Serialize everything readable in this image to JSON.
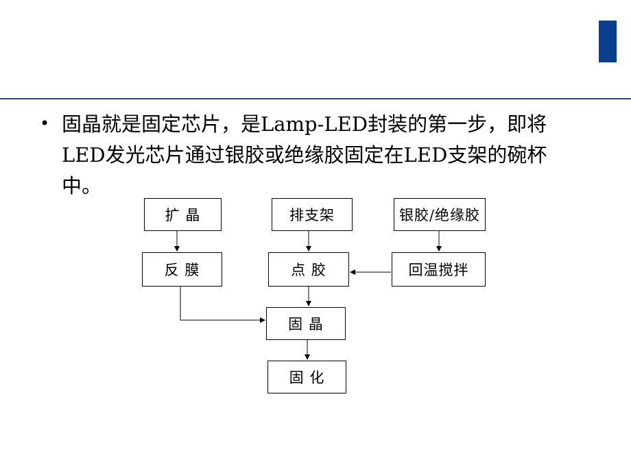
{
  "colors": {
    "accent": "#0a3f8f",
    "rule": "#1a4a9a"
  },
  "bullet_symbol": "•",
  "paragraph": [
    "固晶就是固定芯片，是Lamp-LED封装的第一步，即将",
    "LED发光芯片通过银胶或绝缘胶固定在LED支架的碗杯",
    "中。"
  ],
  "flow": {
    "kuojing": "扩 晶",
    "paizhijia": "排支架",
    "yinjiao": "银胶/绝缘胶",
    "fanmo": "反 膜",
    "dianjiao": "点 胶",
    "huiwen": "回温搅拌",
    "gujing": "固 晶",
    "guhua": "固 化"
  }
}
